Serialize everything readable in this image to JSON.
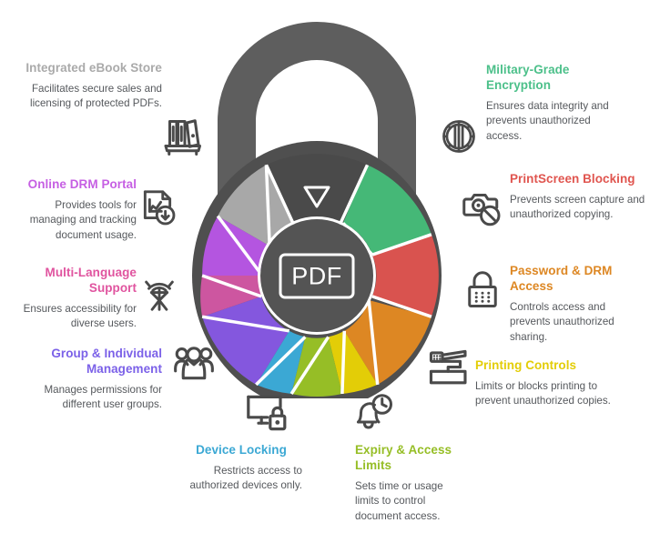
{
  "graphic": {
    "center_label": "PDF",
    "lock_body_color": "#545454",
    "shackle_color": "#5e5e5e",
    "marker_icon": "triangle-down-icon",
    "inner_hub_color": "#545454",
    "segment_colors": [
      "#4a4a4a",
      "#45b877",
      "#d9534f",
      "#dd8723",
      "#e3cd07",
      "#96be26",
      "#3ba8d4",
      "#8457de",
      "#cd56a0",
      "#b455e0",
      "#a8a8a8"
    ]
  },
  "features": [
    {
      "id": "integrated-ebook-store",
      "title": "Integrated eBook Store",
      "desc": "Facilitates secure sales and licensing of protected PDFs.",
      "color": "#aaaaaa",
      "icon": "books-shelf-icon"
    },
    {
      "id": "online-drm-portal",
      "title": "Online DRM Portal",
      "desc": "Provides tools for managing and tracking document usage.",
      "color": "#c65fe3",
      "icon": "document-chart-download-icon"
    },
    {
      "id": "multi-language-support",
      "title": "Multi-Language Support",
      "desc": "Ensures accessibility for diverse users.",
      "color": "#e0549f",
      "icon": "language-broadcast-icon"
    },
    {
      "id": "group-individual-management",
      "title": "Group & Individual Management",
      "desc": "Manages permissions for different user groups.",
      "color": "#7b61e8",
      "icon": "people-group-icon"
    },
    {
      "id": "device-locking",
      "title": "Device Locking",
      "desc": "Restricts access to authorized devices only.",
      "color": "#3ba8d4",
      "icon": "monitor-lock-icon"
    },
    {
      "id": "expiry-access-limits",
      "title": "Expiry & Access Limits",
      "desc": "Sets time or usage limits to control document access.",
      "color": "#96be26",
      "icon": "bell-clock-icon"
    },
    {
      "id": "printing-controls",
      "title": "Printing Controls",
      "desc": "Limits or blocks printing to prevent unauthorized copies.",
      "color": "#e3cd07",
      "icon": "printer-icon"
    },
    {
      "id": "password-drm-access",
      "title": "Password & DRM Access",
      "desc": "Controls access and prevents unauthorized sharing.",
      "color": "#dd8723",
      "icon": "padlock-keypad-icon"
    },
    {
      "id": "printscreen-blocking",
      "title": "PrintScreen Blocking",
      "desc": "Prevents screen capture and unauthorized copying.",
      "color": "#e0554f",
      "icon": "camera-blocked-icon"
    },
    {
      "id": "military-grade-encryption",
      "title": "Military-Grade Encryption",
      "desc": "Ensures data integrity and prevents unauthorized access.",
      "color": "#4cc08a",
      "icon": "vault-door-icon"
    }
  ]
}
